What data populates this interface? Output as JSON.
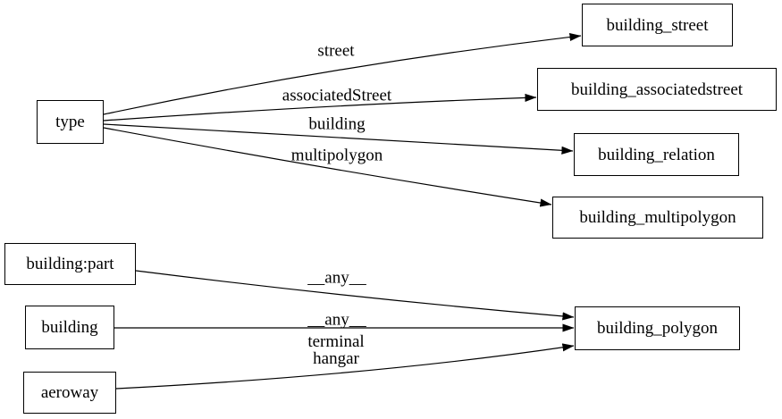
{
  "diagram": {
    "type": "directed-graph",
    "colors": {
      "background": "#ffffff",
      "node_border": "#000000",
      "node_fill": "#ffffff",
      "edge": "#000000",
      "text": "#000000"
    },
    "nodes": [
      {
        "id": "type",
        "label": "type"
      },
      {
        "id": "building_street",
        "label": "building_street"
      },
      {
        "id": "building_associatedstreet",
        "label": "building_associatedstreet"
      },
      {
        "id": "building_relation",
        "label": "building_relation"
      },
      {
        "id": "building_multipolygon",
        "label": "building_multipolygon"
      },
      {
        "id": "building:part",
        "label": "building:part"
      },
      {
        "id": "building",
        "label": "building"
      },
      {
        "id": "aeroway",
        "label": "aeroway"
      },
      {
        "id": "building_polygon",
        "label": "building_polygon"
      }
    ],
    "edges": [
      {
        "from": "type",
        "to": "building_street",
        "label": "street"
      },
      {
        "from": "type",
        "to": "building_associatedstreet",
        "label": "associatedStreet"
      },
      {
        "from": "type",
        "to": "building_relation",
        "label": "building"
      },
      {
        "from": "type",
        "to": "building_multipolygon",
        "label": "multipolygon"
      },
      {
        "from": "building:part",
        "to": "building_polygon",
        "label": "__any__"
      },
      {
        "from": "building",
        "to": "building_polygon",
        "label": "__any__"
      },
      {
        "from": "aeroway",
        "to": "building_polygon",
        "label": "terminal hangar",
        "label_lines": [
          "terminal",
          "hangar"
        ]
      }
    ]
  }
}
